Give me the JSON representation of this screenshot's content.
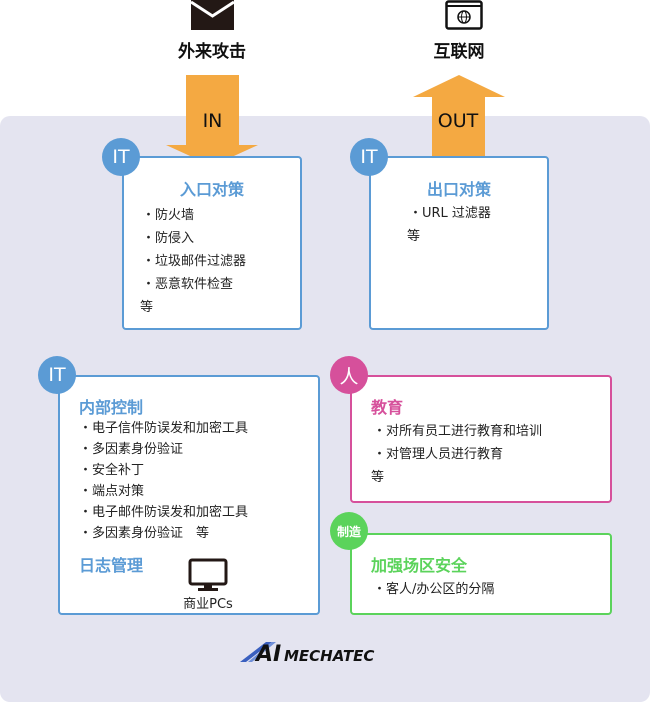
{
  "top": {
    "attack_label": "外来攻击",
    "internet_label": "互联网"
  },
  "arrows": {
    "in": "IN",
    "out": "OUT"
  },
  "inbound": {
    "badge": "IT",
    "title": "入口对策",
    "items": [
      "・防火墙",
      "・防侵入",
      "・垃圾邮件过滤器",
      "・恶意软件检查"
    ],
    "etc": "等"
  },
  "outbound": {
    "badge": "IT",
    "title": "出口对策",
    "items": [
      "・URL 过滤器"
    ],
    "etc": "等"
  },
  "internal": {
    "badge": "IT",
    "title": "内部控制",
    "items": [
      "・电子信件防误发和加密工具",
      "・多因素身份验证",
      "・安全补丁",
      "・端点对策",
      "・电子邮件防误发和加密工具",
      "・多因素身份验证　等"
    ],
    "log_title": "日志管理",
    "pc_label": "商业PCs"
  },
  "education": {
    "badge": "人",
    "title": "教育",
    "items": [
      "・对所有员工进行教育和培训",
      "・对管理人员进行教育"
    ],
    "etc": "等"
  },
  "site": {
    "badge": "制造",
    "title": "加强场区安全",
    "items": [
      "・客人/办公区的分隔"
    ]
  },
  "logo": "AI MECHATEC",
  "colors": {
    "blue": "#5b9bd5",
    "pink": "#d6509b",
    "green": "#5bd35b",
    "orange": "#f4a942",
    "panel": "#e4e4f0"
  }
}
